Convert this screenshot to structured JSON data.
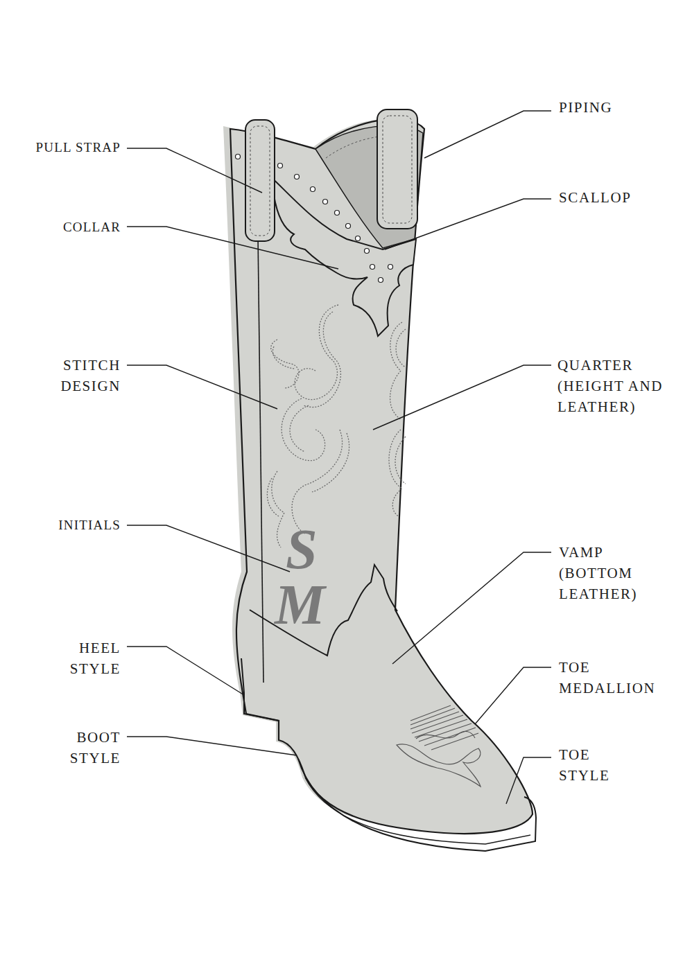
{
  "diagram": {
    "labels": [
      "PULL STRAP",
      "COLLAR",
      "STITCH DESIGN",
      "INITIALS",
      "HEEL STYLE",
      "BOOT STYLE",
      "PIPING",
      "SCALLOP",
      "QUARTER (HEIGHT AND LEATHER)",
      "VAMP (BOTTOM LEATHER)",
      "TOE MEDALLION",
      "TOE STYLE",
      "S",
      "M"
    ]
  }
}
